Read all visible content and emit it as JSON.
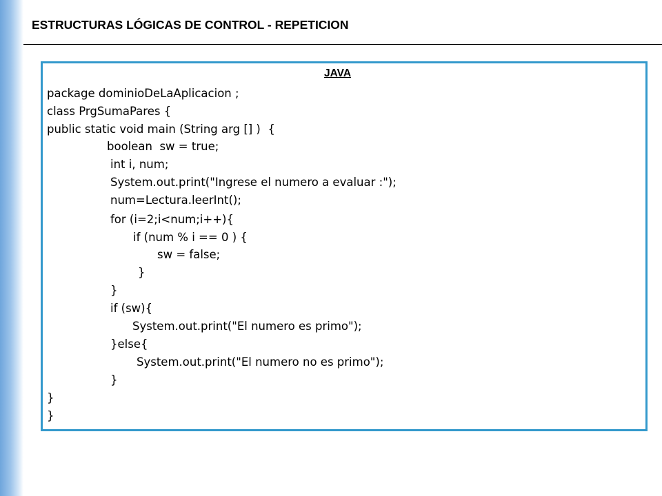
{
  "slide": {
    "title": "ESTRUCTURAS LÓGICAS DE CONTROL - REPETICION"
  },
  "code_box": {
    "heading": "JAVA",
    "lines": [
      "package dominioDeLaAplicacion ;",
      "class PrgSumaPares {",
      "public static void main (String arg [] )  {",
      "boolean  sw = true;",
      "int i, num;",
      "System.out.print(\"Ingrese el numero a evaluar :\");",
      "num=Lectura.leerInt();",
      "for (i=2;i<num;i++){",
      "if (num % i == 0 ) {",
      "sw = false;",
      "}",
      "}",
      "if (sw){",
      "System.out.print(\"El numero es primo\");",
      "}else{",
      "System.out.print(\"El numero no es primo\");",
      "}",
      "}",
      "}"
    ]
  },
  "colors": {
    "box_border": "#3399cc",
    "left_bar": "#6fa6dc"
  }
}
